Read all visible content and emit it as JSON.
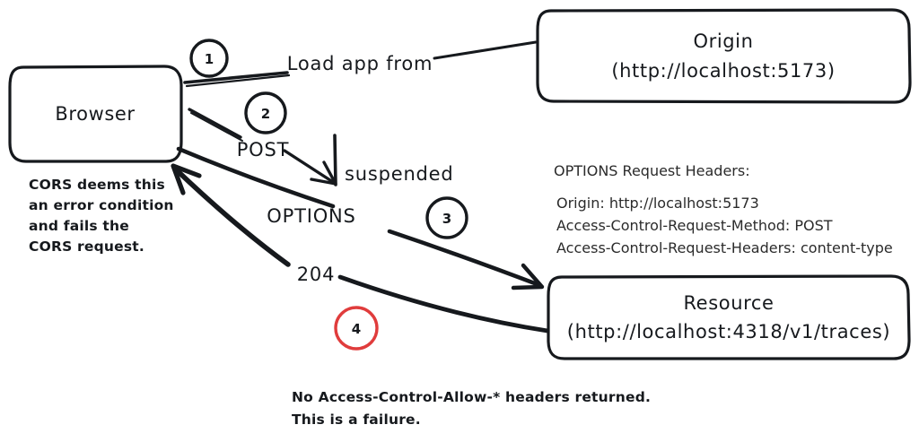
{
  "diagram": {
    "title": "CORS preflight failure sequence",
    "colors": {
      "ink": "#16191d",
      "red": "#e03c3c",
      "text_gray": "#2b2b2b",
      "background": "#ffffff"
    },
    "nodes": [
      {
        "id": "browser",
        "line1": "Browser",
        "line2": ""
      },
      {
        "id": "origin",
        "line1": "Origin",
        "line2": "(http://localhost:5173)"
      },
      {
        "id": "resource",
        "line1": "Resource",
        "line2": "(http://localhost:4318/v1/traces)"
      }
    ],
    "edges": [
      {
        "id": "edge-1",
        "label": "Load app from",
        "step": "1"
      },
      {
        "id": "edge-2",
        "label": "POST",
        "step": "2"
      },
      {
        "id": "edge-3",
        "label": "OPTIONS",
        "step": "3"
      },
      {
        "id": "edge-4",
        "label": "204",
        "step": "4"
      }
    ],
    "annotations": {
      "suspended": "suspended"
    },
    "steps": [
      {
        "num": "1",
        "color": "#16191d"
      },
      {
        "num": "2",
        "color": "#16191d"
      },
      {
        "num": "3",
        "color": "#16191d"
      },
      {
        "num": "4",
        "color": "#e03c3c"
      }
    ],
    "notes": {
      "browser_note": {
        "lines": [
          "CORS deems this",
          "an error condition",
          "and fails the",
          "CORS request."
        ]
      },
      "failure_note": {
        "lines": [
          "No Access-Control-Allow-* headers returned.",
          "This is a failure."
        ]
      }
    },
    "headers_panel": {
      "title": "OPTIONS Request Headers:",
      "lines": [
        "Origin: http://localhost:5173",
        "Access-Control-Request-Method: POST",
        "Access-Control-Request-Headers: content-type"
      ]
    }
  }
}
